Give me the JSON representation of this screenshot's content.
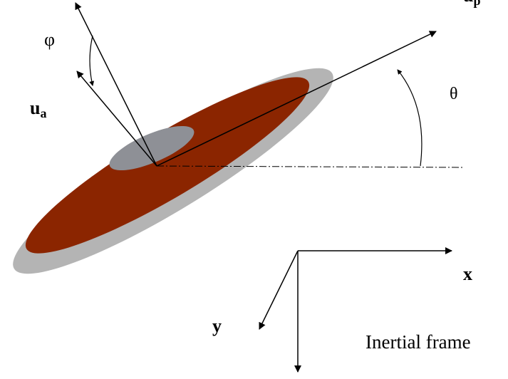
{
  "labels": {
    "phi": "φ",
    "u_a_main": "u",
    "u_a_sub": "a",
    "u_p_main": "u",
    "u_p_sub": "p",
    "theta": "θ",
    "x_axis": "x",
    "y_axis": "y",
    "frame": "Inertial frame"
  },
  "colors": {
    "disc": "#8b2500",
    "rim": "#b4b4b4",
    "hub": "#8e9096",
    "line": "#000000"
  }
}
